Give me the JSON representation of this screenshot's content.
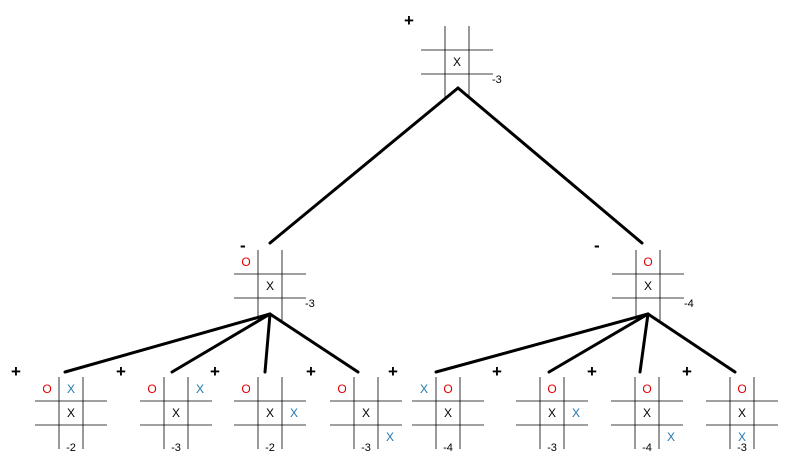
{
  "colors": {
    "x": "#000000",
    "x_new": "#1f78b4",
    "o": "#e00000",
    "edge": "#000000"
  },
  "root": {
    "sign": "+",
    "score": "-3",
    "cells": [
      "",
      "",
      "",
      "",
      "X",
      "",
      "",
      "",
      ""
    ],
    "children": [
      {
        "sign": "-",
        "score": "-3",
        "cells": [
          "O",
          "",
          "",
          "",
          "X",
          "",
          "",
          "",
          ""
        ],
        "children": [
          {
            "sign": "+",
            "score": "-2",
            "cells": [
              "O",
              "X*",
              "",
              "",
              "X",
              "",
              "",
              "",
              ""
            ]
          },
          {
            "sign": "+",
            "score": "-3",
            "cells": [
              "O",
              "",
              "X*",
              "",
              "X",
              "",
              "",
              "",
              ""
            ]
          },
          {
            "sign": "+",
            "score": "-2",
            "cells": [
              "O",
              "",
              "",
              "",
              "X",
              "X*",
              "",
              "",
              ""
            ]
          },
          {
            "sign": "+",
            "score": "-3",
            "cells": [
              "O",
              "",
              "",
              "",
              "X",
              "",
              "",
              "",
              "X*"
            ]
          }
        ]
      },
      {
        "sign": "-",
        "score": "-4",
        "cells": [
          "",
          "O",
          "",
          "",
          "X",
          "",
          "",
          "",
          ""
        ],
        "children": [
          {
            "sign": "+",
            "score": "-4",
            "cells": [
              "X*",
              "O",
              "",
              "",
              "X",
              "",
              "",
              "",
              ""
            ]
          },
          {
            "sign": "+",
            "score": "-3",
            "cells": [
              "",
              "O",
              "",
              "",
              "X",
              "X*",
              "",
              "",
              ""
            ]
          },
          {
            "sign": "+",
            "score": "-4",
            "cells": [
              "",
              "O",
              "",
              "",
              "X",
              "",
              "",
              "",
              "X*"
            ]
          },
          {
            "sign": "+",
            "score": "-3",
            "cells": [
              "",
              "O",
              "",
              "",
              "X",
              "",
              "",
              "X*",
              ""
            ]
          }
        ]
      }
    ]
  }
}
